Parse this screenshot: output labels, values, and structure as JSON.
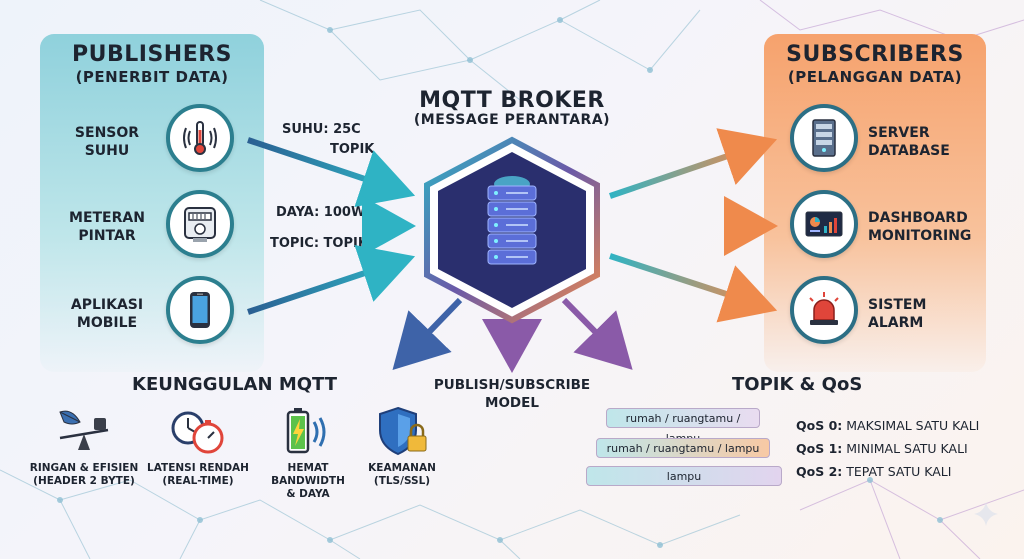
{
  "publishers": {
    "title": "PUBLISHERS",
    "subtitle": "(PENERBIT DATA)",
    "items": [
      {
        "label_line1": "SENSOR",
        "label_line2": "SUHU",
        "icon": "thermometer-icon"
      },
      {
        "label_line1": "METERAN",
        "label_line2": "PINTAR",
        "icon": "smart-meter-icon"
      },
      {
        "label_line1": "APLIKASI",
        "label_line2": "MOBILE",
        "icon": "smartphone-icon"
      }
    ]
  },
  "broker": {
    "title": "MQTT BROKER",
    "subtitle": "(MESSAGE PERANTARA)",
    "icon": "server-stack-icon"
  },
  "flows": {
    "msg1_value": "SUHU: 25C",
    "msg1_topic": "TOPIK",
    "msg2_value": "DAYA: 100W",
    "msg2_topic": "TOPIC: TOPIK"
  },
  "subscribers": {
    "title": "SUBSCRIBERS",
    "subtitle": "(PELANGGAN DATA)",
    "items": [
      {
        "label_line1": "SERVER",
        "label_line2": "DATABASE",
        "icon": "database-server-icon"
      },
      {
        "label_line1": "DASHBOARD",
        "label_line2": "MONITORING",
        "icon": "dashboard-icon"
      },
      {
        "label_line1": "SISTEM",
        "label_line2": "ALARM",
        "icon": "alarm-siren-icon"
      }
    ]
  },
  "features": {
    "title": "KEUNGGULAN MQTT",
    "items": [
      {
        "line1": "RINGAN & EFISIEN",
        "line2": "(HEADER 2 BYTE)",
        "icon": "feather-scale-icon"
      },
      {
        "line1": "LATENSI RENDAH",
        "line2": "(REAL-TIME)",
        "icon": "stopwatch-icon"
      },
      {
        "line1": "HEMAT BANDWIDTH",
        "line2": "& DAYA",
        "icon": "battery-signal-icon"
      },
      {
        "line1": "KEAMANAN",
        "line2": "(TLS/SSL)",
        "icon": "shield-lock-icon"
      }
    ]
  },
  "model": {
    "line1": "PUBLISH/SUBSCRIBE",
    "line2": "MODEL"
  },
  "topics": {
    "title": "TOPIK & QoS",
    "bars": [
      "rumah / ruangtamu / lampu",
      "rumah / ruangtamu / lampu",
      "lampu"
    ],
    "qos": [
      {
        "level": "QoS 0:",
        "desc": "MAKSIMAL SATU KALI"
      },
      {
        "level": "QoS 1:",
        "desc": "MINIMAL SATU KALI"
      },
      {
        "level": "QoS 2:",
        "desc": "TEPAT SATU KALI"
      }
    ]
  },
  "colors": {
    "publisher_panel": "#8fd1dc",
    "subscriber_panel": "#f6a26d",
    "teal_arrow": "#2f9fb0",
    "orange_arrow": "#ef8a4c",
    "purple_arrow": "#7a5aa8",
    "broker_bg": "#2a2f6e"
  }
}
